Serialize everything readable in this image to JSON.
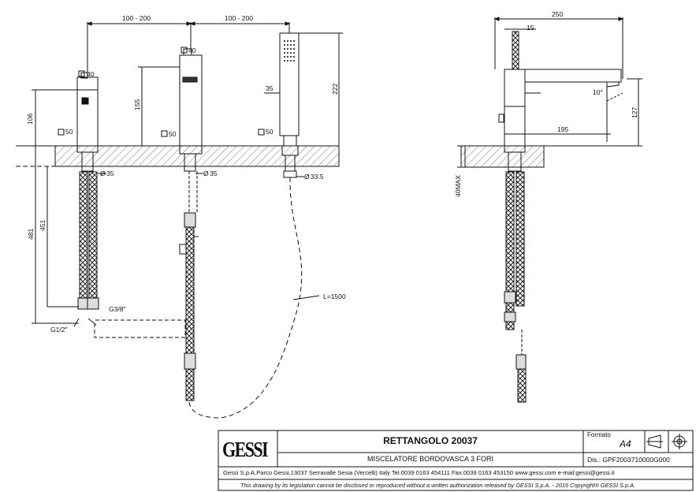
{
  "dimensions": {
    "spacing_1": "100 - 200",
    "spacing_2": "100 - 200",
    "sq40_a": "40",
    "sq40_b": "40",
    "h106": "106",
    "h155": "155",
    "h222": "222",
    "w35": "35",
    "sq50_a": "50",
    "sq50_b": "50",
    "sq50_c": "50",
    "d35_a": "35",
    "d35_b": "35",
    "d33_5": "33.5",
    "h481": "481",
    "h451": "451",
    "g38": "G3/8\"",
    "g12": "G1/2\"",
    "hose": "L=1500",
    "w250": "250",
    "w15": "15",
    "angle": "10°",
    "w195": "195",
    "h127": "127",
    "max40": "40MAX"
  },
  "title_block": {
    "logo": "GESSI",
    "product": "RETTANGOLO 20037",
    "description": "MISCELATORE BORDOVASCA 3 FORI",
    "format_label": "Formato",
    "format_value": "A4",
    "drawing_no": "Dis.: GPF2003710000G000",
    "company_line": "Gessi S.p.A.Parco Gessi,13037 Serravalle Sesia (Vercelli) Italy Tel.0039 0163 454111 Fax.0039 0163 453150 www.gessi.com e-mail:gessi@gessi.it",
    "copyright": "This drawing by its legislation cannot be disclosed or reproduced without a written authorization released by GESSI S.p.A. - 2016 Copyright® GESSI S.p.A."
  }
}
